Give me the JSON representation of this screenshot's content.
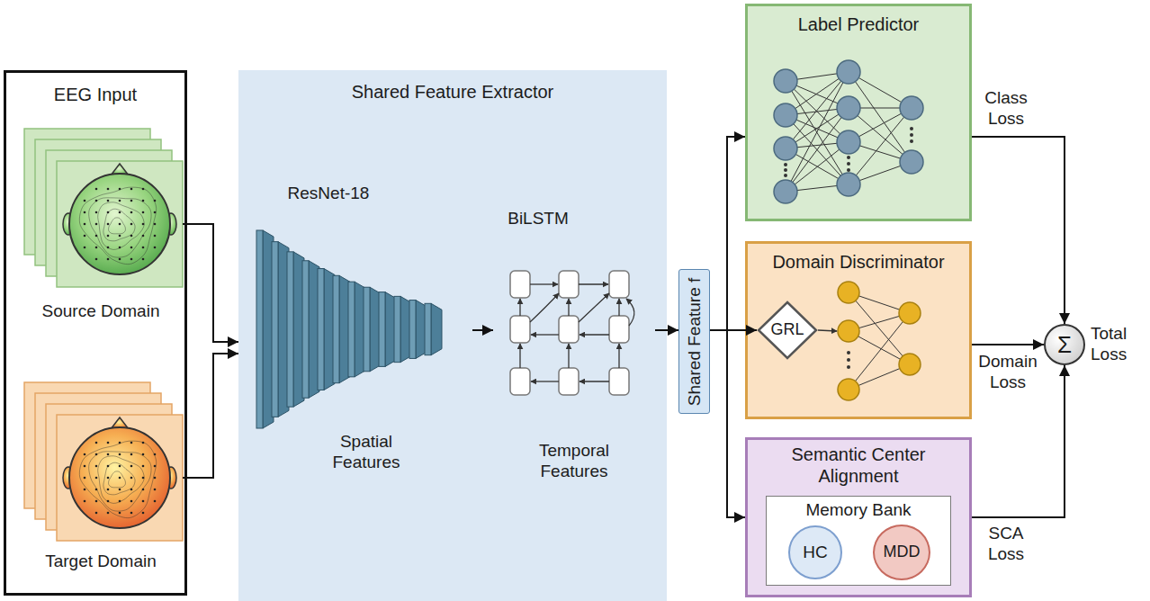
{
  "diagram": {
    "nodes": [
      {
        "text": [
          "EEG Input"
        ]
      },
      {
        "text": [
          "Source Domain"
        ],
        "in": 0
      },
      {
        "text": [
          "Target Domain"
        ],
        "in": 0
      },
      {
        "text": [
          "Shared Feature Extractor"
        ]
      },
      {
        "text": [
          "ResNet-18",
          "Spatial Features"
        ],
        "in": 3
      },
      {
        "text": [
          "BiLSTM",
          "Temporal Features"
        ],
        "in": 3
      },
      {
        "text": [
          "Shared Feature f"
        ]
      },
      {
        "text": [
          "Label Predictor"
        ]
      },
      {
        "text": [
          "Domain Discriminator"
        ]
      },
      {
        "text": [
          "GRL"
        ],
        "in": 8
      },
      {
        "text": [
          "Semantic Center Alignment"
        ]
      },
      {
        "text": [
          "Memory Bank"
        ],
        "in": 10
      },
      {
        "text": [
          "HC"
        ],
        "in": 11
      },
      {
        "text": [
          "MDD"
        ],
        "in": 11
      },
      {
        "text": [
          "Σ"
        ]
      }
    ],
    "edges": [
      {
        "from": 1,
        "to": 3,
        "arrow": "to"
      },
      {
        "from": 2,
        "to": 3,
        "arrow": "to"
      },
      {
        "from": 4,
        "to": 5,
        "arrow": "to"
      },
      {
        "from": 5,
        "to": 6,
        "arrow": "to"
      },
      {
        "from": 6,
        "to": 7,
        "arrow": "to"
      },
      {
        "from": 6,
        "to": 9,
        "arrow": "to"
      },
      {
        "from": 6,
        "to": 10,
        "arrow": "to"
      },
      {
        "from": 7,
        "to": 14,
        "label": "Class Loss",
        "arrow": "to"
      },
      {
        "from": 8,
        "to": 14,
        "label": "Domain Loss",
        "arrow": "to"
      },
      {
        "from": 10,
        "to": 14,
        "label": "SCA Loss",
        "arrow": "to"
      }
    ],
    "labels": [
      "Total Loss"
    ]
  }
}
